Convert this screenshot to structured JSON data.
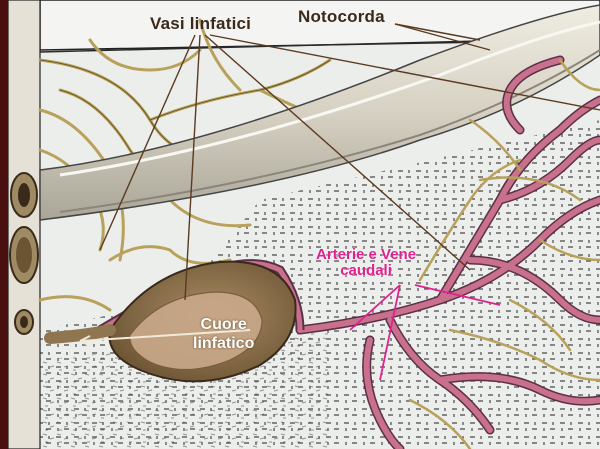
{
  "labels": {
    "lymph_vessels": "Vasi linfatici",
    "notochord": "Notocorda",
    "arteries_veins_line1": "Arterie e Vene",
    "arteries_veins_line2": "caudali",
    "lymph_heart_line1": "Cuore",
    "lymph_heart_line2": "linfatico"
  },
  "colors": {
    "lymph_vessel": "#b8a15a",
    "blood_vessel": "#c8708c",
    "notochord": "#d9d4c6",
    "lymph_heart": "#8f7650",
    "pink_label": "#e2208e",
    "leader_line": "#5a3a20"
  }
}
